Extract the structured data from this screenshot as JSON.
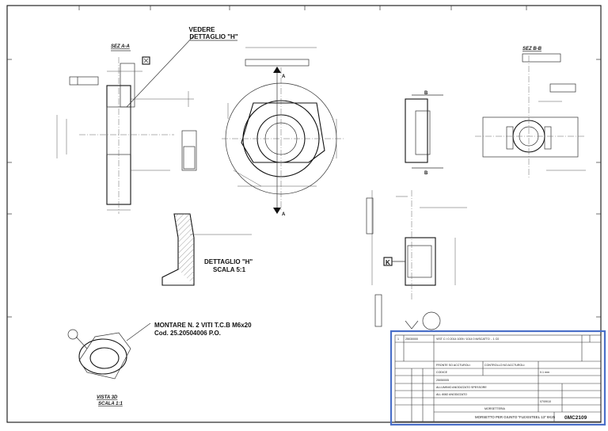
{
  "labels": {
    "section_a": "SEZ A-A",
    "section_b": "SEZ B-B",
    "see_detail_1": "VEDERE",
    "see_detail_2": "DETTAGLIO \"H\"",
    "cut_a": "A",
    "cut_b": "B",
    "detail_h": "DETTAGLIO \"H\"",
    "detail_h_scale": "SCALA 5:1",
    "mount_1": "MONTARE N. 2 VITI T.C.B M6x20",
    "mount_2": "Cod. 25.20504006 P.O.",
    "iso_view": "VISTA 3D",
    "iso_scale": "SCALA 1:1",
    "datum_k": "K"
  },
  "title_block": {
    "rev_num": "1",
    "rev_code": "25030000",
    "rev_note": "VIST C  I  0  2014  1009 / 1014  0  M/SCATTO  ..  1  C0",
    "qty_label": "FRONTE SO ACCTUROLI:",
    "tolerance": "CONTROLLO NO ACCTUROLI:",
    "rough_label": "CODICE",
    "scale_value": "0.1 mm",
    "code": "25050005",
    "treatment": "ALLUMINIO ANODIZZATO SPESSORE",
    "material": "ALL 6082 ANODIZZATO",
    "date": "07/09/10",
    "group": "MORSETTERIA",
    "description": "MORSETTO PER GIUNTO \"FLEXISTEEL 13\" 9X25",
    "drawing_number": "0MC2109"
  }
}
